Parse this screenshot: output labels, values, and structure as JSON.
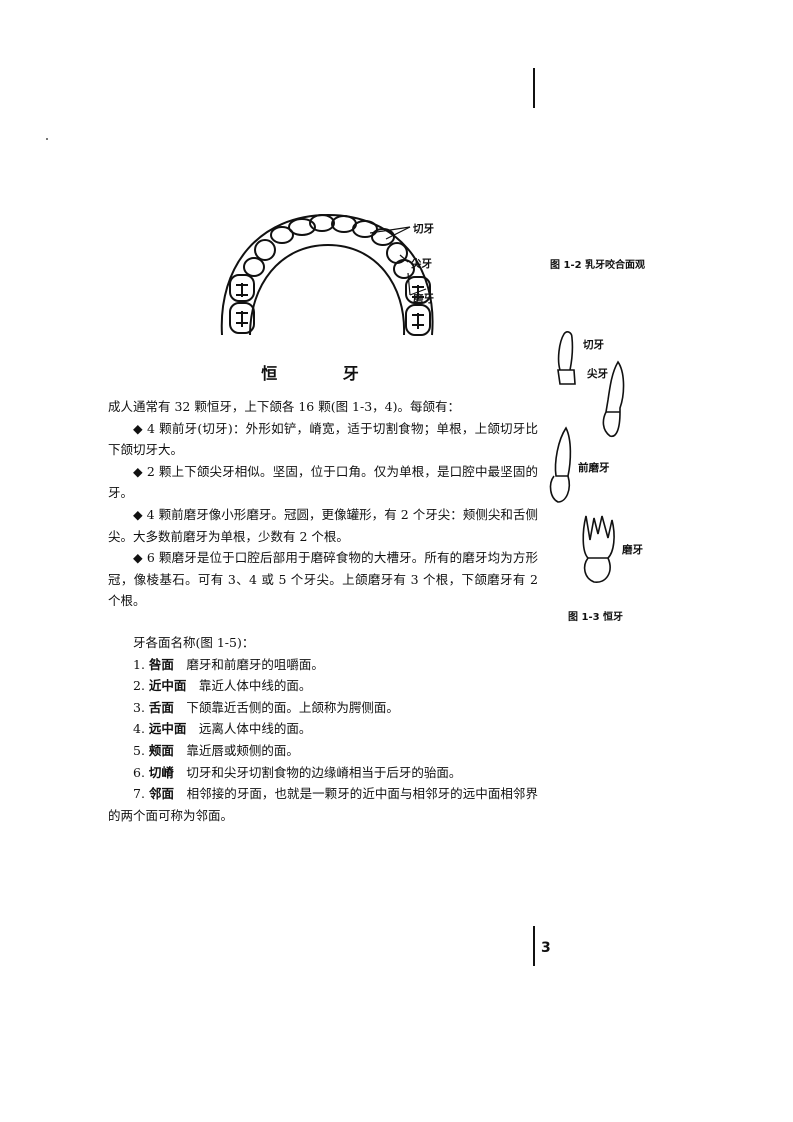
{
  "figure_arch": {
    "labels": {
      "incisor": "切牙",
      "canine": "尖牙",
      "molar": "磨牙"
    }
  },
  "figure_1_2": {
    "caption": "图 1-2  乳牙咬合面观"
  },
  "figure_1_3": {
    "caption": "图 1-3  恒牙",
    "labels": {
      "incisor": "切牙",
      "canine": "尖牙",
      "premolar": "前磨牙",
      "molar": "磨牙"
    }
  },
  "heading": "恒  牙",
  "paragraphs": [
    "成人通常有 32 颗恒牙，上下颌各 16 颗(图 1-3，4)。每颌有：",
    "◆ 4 颗前牙(切牙)：外形如铲，嵴宽，适于切割食物；单根，上颌切牙比下颌切牙大。",
    "◆ 2 颗上下颌尖牙相似。坚固，位于口角。仅为单根，是口腔中最坚固的牙。",
    "◆ 4 颗前磨牙像小形磨牙。冠圆，更像罐形，有 2 个牙尖：颊侧尖和舌侧尖。大多数前磨牙为单根，少数有 2 个根。",
    "◆ 6 颗磨牙是位于口腔后部用于磨碎食物的大槽牙。所有的磨牙均为方形冠，像棱基石。可有 3、4 或 5 个牙尖。上颌磨牙有 3 个根，下颌磨牙有 2 个根。"
  ],
  "surfaces_intro": "牙各面名称(图 1-5)：",
  "surfaces": [
    {
      "num": "1. ",
      "term": "咎面",
      "desc": "磨牙和前磨牙的咀嚼面。"
    },
    {
      "num": "2. ",
      "term": "近中面",
      "desc": "靠近人体中线的面。"
    },
    {
      "num": "3. ",
      "term": "舌面",
      "desc": "下颌靠近舌侧的面。上颌称为腭侧面。"
    },
    {
      "num": "4. ",
      "term": "远中面",
      "desc": "远离人体中线的面。"
    },
    {
      "num": "5. ",
      "term": "颊面",
      "desc": "靠近唇或颊侧的面。"
    },
    {
      "num": "6. ",
      "term": "切嵴",
      "desc": "切牙和尖牙切割食物的边缘嵴相当于后牙的骀面。"
    },
    {
      "num": "7. ",
      "term": "邻面",
      "desc": "相邻接的牙面，也就是一颗牙的近中面与相邻牙的远中面相邻界的两个面可称为邻面。"
    }
  ],
  "page_number": "3"
}
